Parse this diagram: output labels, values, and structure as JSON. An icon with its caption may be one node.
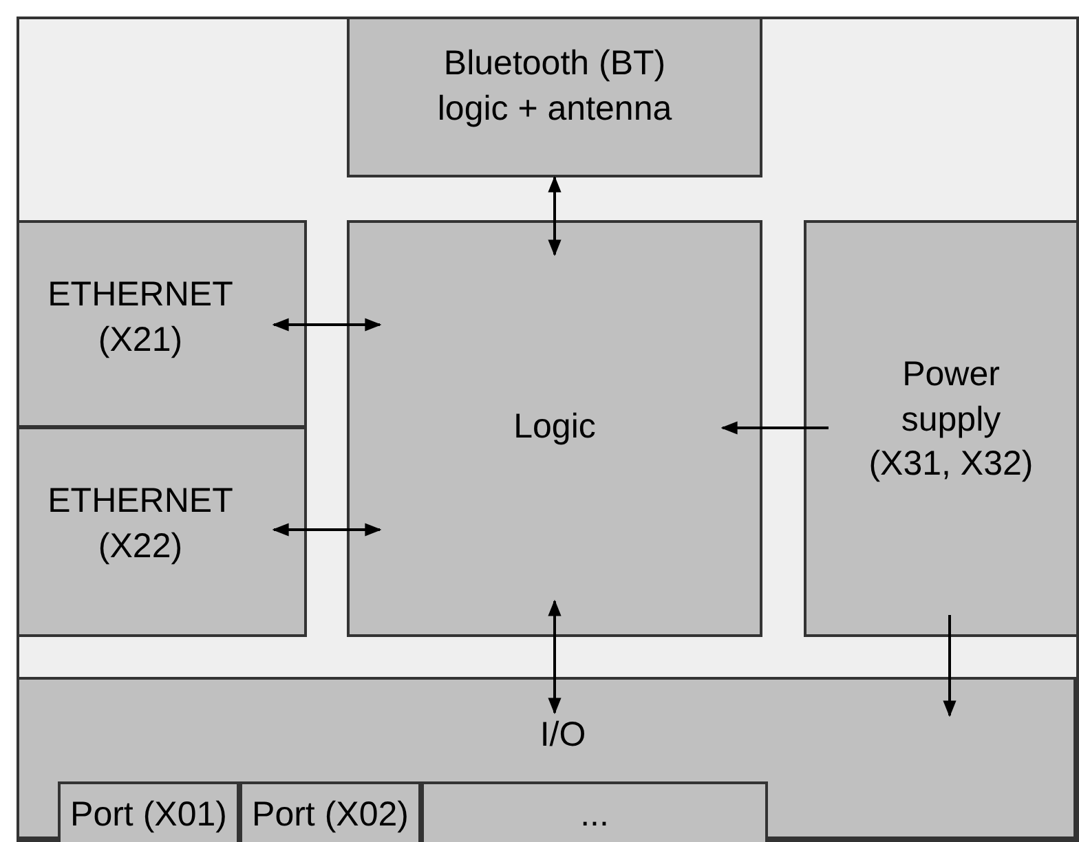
{
  "diagram": {
    "nodes": [
      {
        "text": [],
        "shape": "box"
      },
      {
        "text": [
          "Bluetooth (BT) logic + antenna"
        ],
        "in": 0
      },
      {
        "text": [
          "ETHERNET (X21)"
        ],
        "in": 0
      },
      {
        "text": [
          "ETHERNET (X22)"
        ],
        "in": 0
      },
      {
        "text": [
          "Logic"
        ],
        "in": 0
      },
      {
        "text": [
          "Power supply (X31, X32)"
        ],
        "in": 0
      },
      {
        "text": [
          "I/O"
        ],
        "in": 0
      },
      {
        "text": [
          "Port (X01)"
        ],
        "in": 6
      },
      {
        "text": [
          "Port (X02)"
        ],
        "in": 6
      },
      {
        "text": [
          "..."
        ],
        "in": 6
      }
    ],
    "edges": [
      {
        "from": 1,
        "to": 4,
        "arrow": "both"
      },
      {
        "from": 2,
        "to": 4,
        "arrow": "both"
      },
      {
        "from": 3,
        "to": 4,
        "arrow": "both"
      },
      {
        "from": 5,
        "to": 4,
        "arrow": "to"
      },
      {
        "from": 4,
        "to": 6,
        "arrow": "both"
      },
      {
        "from": 5,
        "to": 6,
        "arrow": "to"
      }
    ]
  }
}
